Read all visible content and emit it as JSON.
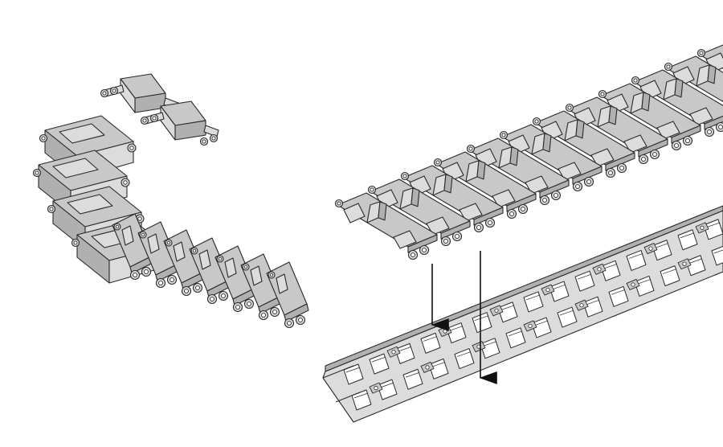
{
  "diagram": {
    "kind": "assembly-instruction",
    "colors": {
      "background": "#ffffff",
      "part_fill": "#c8c8c8",
      "part_shade": "#b0b0b0",
      "part_light": "#dcdcdc",
      "outline": "#2a2a2a",
      "arrow": "#111111"
    },
    "parts": {
      "detached_links": {
        "count": 2
      },
      "curved_track": {
        "large_links": 4,
        "small_links": 7
      },
      "assembled_track_links": 12,
      "track_guide_jig": {
        "rows": 2,
        "cells_per_row": 15
      }
    },
    "arrows": {
      "count": 2,
      "meaning": "insert-into-jig"
    }
  }
}
